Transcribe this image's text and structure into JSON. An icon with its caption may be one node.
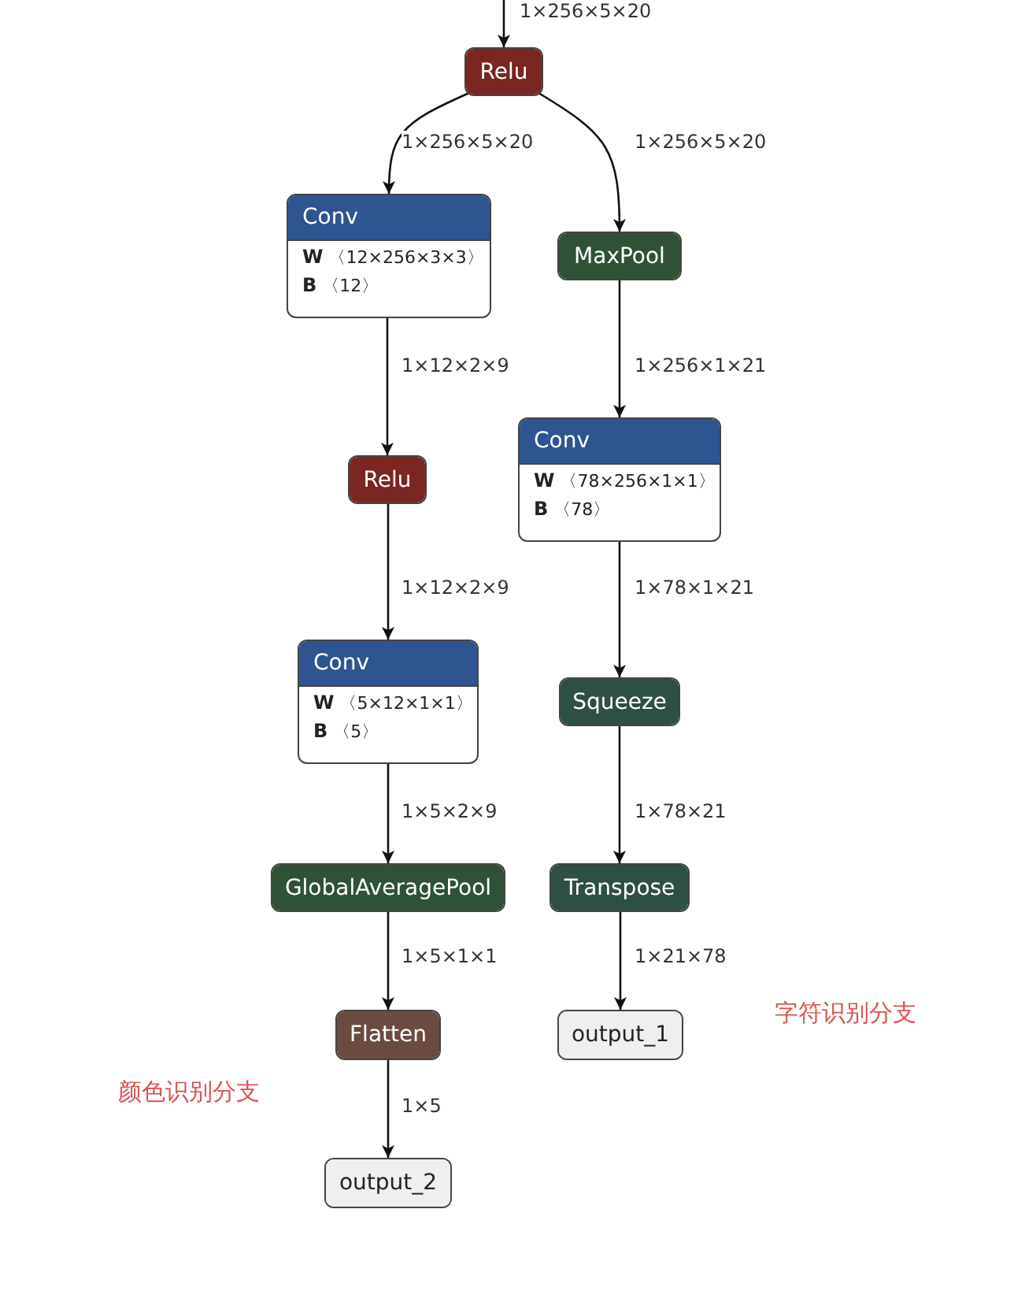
{
  "diagram": {
    "nodes": [
      {
        "text": [
          "Relu"
        ]
      },
      {
        "text": [
          "Conv",
          "**W** 〈12×256×3×3〉",
          "**B** 〈12〉"
        ]
      },
      {
        "text": [
          "MaxPool"
        ]
      },
      {
        "text": [
          "Relu"
        ]
      },
      {
        "text": [
          "Conv",
          "**W** 〈78×256×1×1〉",
          "**B** 〈78〉"
        ]
      },
      {
        "text": [
          "Conv",
          "**W** 〈5×12×1×1〉",
          "**B** 〈5〉"
        ]
      },
      {
        "text": [
          "Squeeze"
        ]
      },
      {
        "text": [
          "GlobalAveragePool"
        ]
      },
      {
        "text": [
          "Transpose"
        ]
      },
      {
        "text": [
          "Flatten"
        ]
      },
      {
        "text": [
          "output_1"
        ]
      },
      {
        "text": [
          "output_2"
        ]
      }
    ],
    "edges": [
      {
        "from": null,
        "to": 0,
        "arrow": "to",
        "label": "1×256×5×20"
      },
      {
        "from": 0,
        "to": 1,
        "arrow": "to",
        "label": "1×256×5×20"
      },
      {
        "from": 0,
        "to": 2,
        "arrow": "to",
        "label": "1×256×5×20"
      },
      {
        "from": 1,
        "to": 3,
        "arrow": "to",
        "label": "1×12×2×9"
      },
      {
        "from": 3,
        "to": 5,
        "arrow": "to",
        "label": "1×12×2×9"
      },
      {
        "from": 5,
        "to": 7,
        "arrow": "to",
        "label": "1×5×2×9"
      },
      {
        "from": 7,
        "to": 9,
        "arrow": "to",
        "label": "1×5×1×1"
      },
      {
        "from": 9,
        "to": 11,
        "arrow": "to",
        "label": "1×5"
      },
      {
        "from": 2,
        "to": 4,
        "arrow": "to",
        "label": "1×256×1×21"
      },
      {
        "from": 4,
        "to": 6,
        "arrow": "to",
        "label": "1×78×1×21"
      },
      {
        "from": 6,
        "to": 8,
        "arrow": "to",
        "label": "1×78×21"
      },
      {
        "from": 8,
        "to": 10,
        "arrow": "to",
        "label": "1×21×78"
      }
    ],
    "labels": [
      "字符识别分支",
      "颜色识别分支"
    ]
  }
}
